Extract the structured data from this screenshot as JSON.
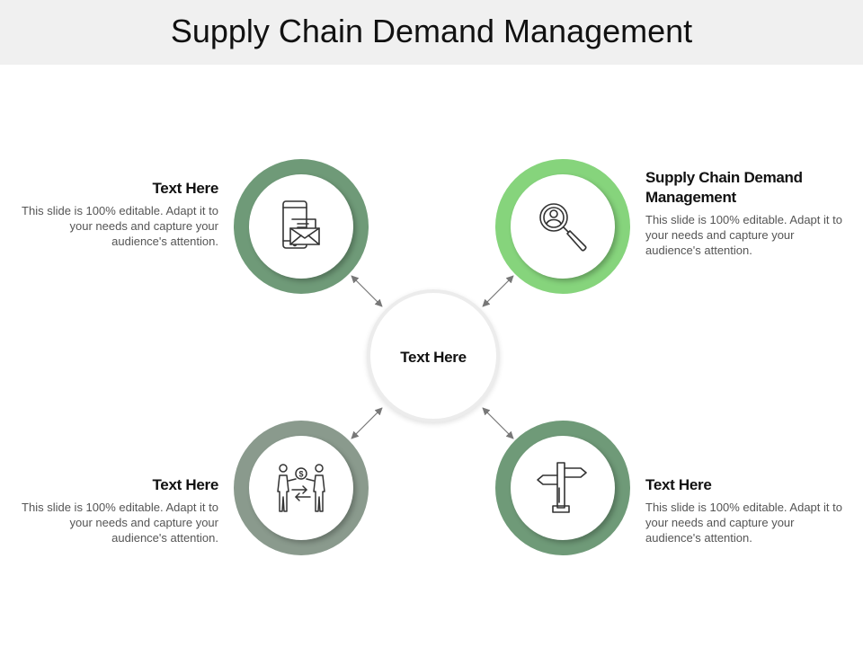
{
  "slide": {
    "title": "Supply Chain Demand Management"
  },
  "center": {
    "label": "Text Here"
  },
  "items": [
    {
      "heading": "Text Here",
      "description": "This slide is 100% editable. Adapt it to your needs and capture your audience's attention.",
      "icon": "mobile-mail-icon",
      "color": "#6f9a78"
    },
    {
      "heading": "Supply Chain Demand Management",
      "description": "This slide is 100% editable. Adapt it to your needs and capture your audience's attention.",
      "icon": "magnifier-user-icon",
      "color": "#86d47c"
    },
    {
      "heading": "Text Here",
      "description": "This slide is 100% editable. Adapt it to your needs and capture your audience's attention.",
      "icon": "money-exchange-icon",
      "color": "#8a9a8d"
    },
    {
      "heading": "Text Here",
      "description": "This slide is 100% editable. Adapt it to your needs and capture your audience's attention.",
      "icon": "signpost-icon",
      "color": "#6f9a78"
    }
  ]
}
